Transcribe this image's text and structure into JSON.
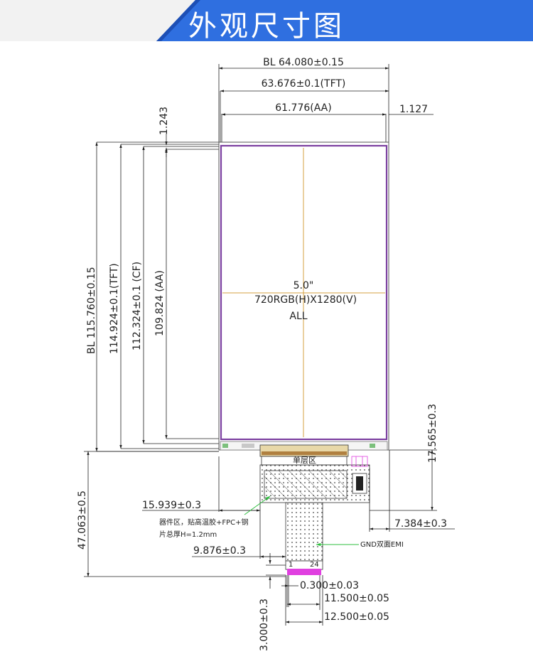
{
  "header": {
    "title": "外观尺寸图",
    "accent": "#2f6fe0"
  },
  "display": {
    "size": "5.0\"",
    "resolution": "720RGB(H)X1280(V)",
    "view": "ALL"
  },
  "dims": {
    "bl_width": "BL  64.080±0.15",
    "tft_width": "63.676±0.1(TFT)",
    "aa_width": "61.776(AA)",
    "right_gap": "1.127",
    "top_gap": "1.243",
    "bl_height": "BL 115.760±0.15",
    "tft_height": "114.924±0.1(TFT)",
    "cf_height": "112.324±0.1 (CF)",
    "aa_height": "109.824 (AA)",
    "fpc_total": "47.063±0.5",
    "fpc_offset": "17.565±0.3",
    "fpc_width": "15.939±0.3",
    "fpc_right": "7.384±0.3",
    "fpc_tail": "9.876±0.3",
    "pitch": "0.300±0.03",
    "pin_span": "11.500±0.05",
    "tail_width": "12.500±0.05",
    "tail_len": "3.000±0.3"
  },
  "notes": {
    "single_layer": "单层区",
    "component_area_1": "器件区，贴高温胶+FPC+钢",
    "component_area_2": "片总厚H=1.2mm",
    "gnd": "GND双面EMI",
    "pin_first": "1",
    "pin_last": "24"
  },
  "colors": {
    "panel_border": "#7b3fa0",
    "center_line": "#d6a040",
    "pin_pad": "#e040e0",
    "leader": "#2fbf3f"
  }
}
